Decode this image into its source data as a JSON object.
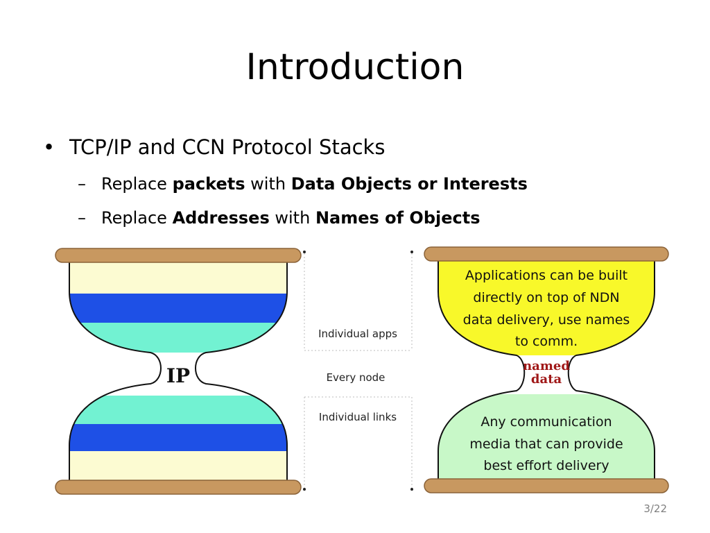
{
  "slide": {
    "title": "Introduction",
    "bullet": "TCP/IP and CCN Protocol Stacks",
    "sub1": {
      "pre": "Replace ",
      "b1": "packets",
      "mid": " with ",
      "b2": "Data Objects or Interests"
    },
    "sub2": {
      "pre": "Replace ",
      "b1": "Addresses",
      "mid": " with ",
      "b2": "Names of Objects"
    },
    "page": "3/22"
  },
  "diagram": {
    "left_label": "IP",
    "mid_labels": {
      "apps": "Individual apps",
      "node": "Every node",
      "links": "Individual links"
    },
    "right_top_lines": [
      "Applications can be built",
      "directly on top of NDN",
      "data delivery, use names",
      "to comm."
    ],
    "right_waist_lines": [
      "named",
      "data"
    ],
    "right_bottom_lines": [
      "Any communication",
      "media that can provide",
      "best effort delivery"
    ],
    "colors": {
      "cream": "#fcfbd2",
      "blue": "#1e50e6",
      "aqua": "#72f2d2",
      "yellow": "#f8f82a",
      "green": "#c8f8c8",
      "wood": "#c89860",
      "maroon": "#a01818"
    }
  }
}
